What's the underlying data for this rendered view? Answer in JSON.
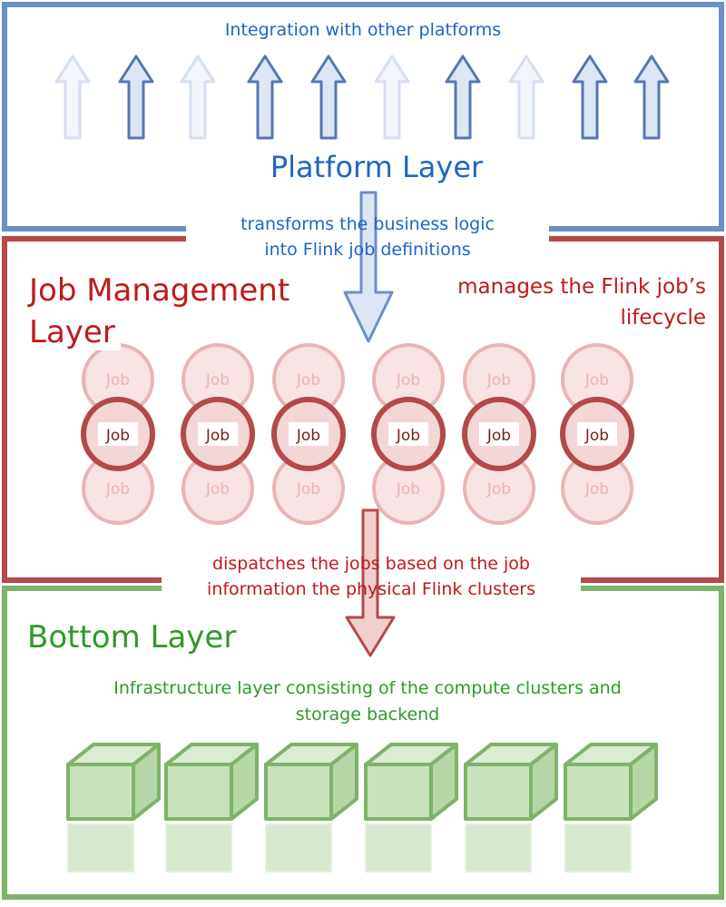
{
  "colors": {
    "platform": "#6b8fc8",
    "platform_text": "#1f66c2",
    "job": "#b3494a",
    "job_text": "#c0191b",
    "job_faint": "#e9b4b4",
    "bottom": "#7fb26a",
    "bottom_text": "#2e9a2a",
    "bottom_faint": "#d6e8cd"
  },
  "platform_layer": {
    "integration_text": "Integration with other platforms",
    "title": "Platform Layer",
    "transform_text_line1": "transforms the business logic",
    "transform_text_line2": "into Flink job definitions",
    "arrow_pattern": [
      "faint",
      "strong",
      "faint",
      "strong",
      "strong",
      "faint",
      "strong",
      "faint",
      "strong",
      "strong"
    ]
  },
  "job_layer": {
    "title_line1": "Job Management",
    "title_line2": "Layer",
    "manages_line1": "manages the Flink job’s",
    "manages_line2": "lifecycle",
    "job_label": "Job",
    "job_count": 6
  },
  "dispatch": {
    "line1": "dispatches the jobs based on the job",
    "line2": "information the physical Flink clusters"
  },
  "bottom_layer": {
    "title": "Bottom Layer",
    "desc_line1": "Infrastructure layer consisting of the compute clusters and",
    "desc_line2": "storage backend",
    "cube_count": 6
  }
}
